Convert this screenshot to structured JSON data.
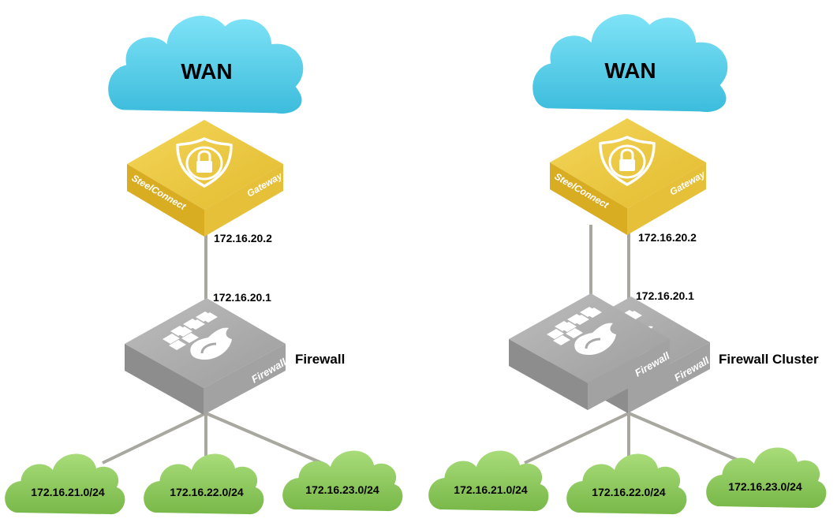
{
  "left": {
    "wan": "WAN",
    "gateway_brand": "SteelConnect",
    "gateway_type": "Gateway",
    "gateway_ip": "172.16.20.2",
    "firewall_ip": "172.16.20.1",
    "firewall_device": "Firewall",
    "firewall_label": "Firewall",
    "subnets": [
      "172.16.21.0/24",
      "172.16.22.0/24",
      "172.16.23.0/24"
    ]
  },
  "right": {
    "wan": "WAN",
    "gateway_brand": "SteelConnect",
    "gateway_type": "Gateway",
    "gateway_ip": "172.16.20.2",
    "firewall_ip": "172.16.20.1",
    "firewall_device_front": "Firewall",
    "firewall_device_back": "Firewall",
    "firewall_label": "Firewall Cluster",
    "subnets": [
      "172.16.21.0/24",
      "172.16.22.0/24",
      "172.16.23.0/24"
    ]
  },
  "colors": {
    "wan_cloud": "#4ccbe6",
    "gateway": "#e8c53a",
    "firewall": "#a9a9a9",
    "subnet_cloud": "#8dc95c",
    "link": "#a8a8a0"
  }
}
